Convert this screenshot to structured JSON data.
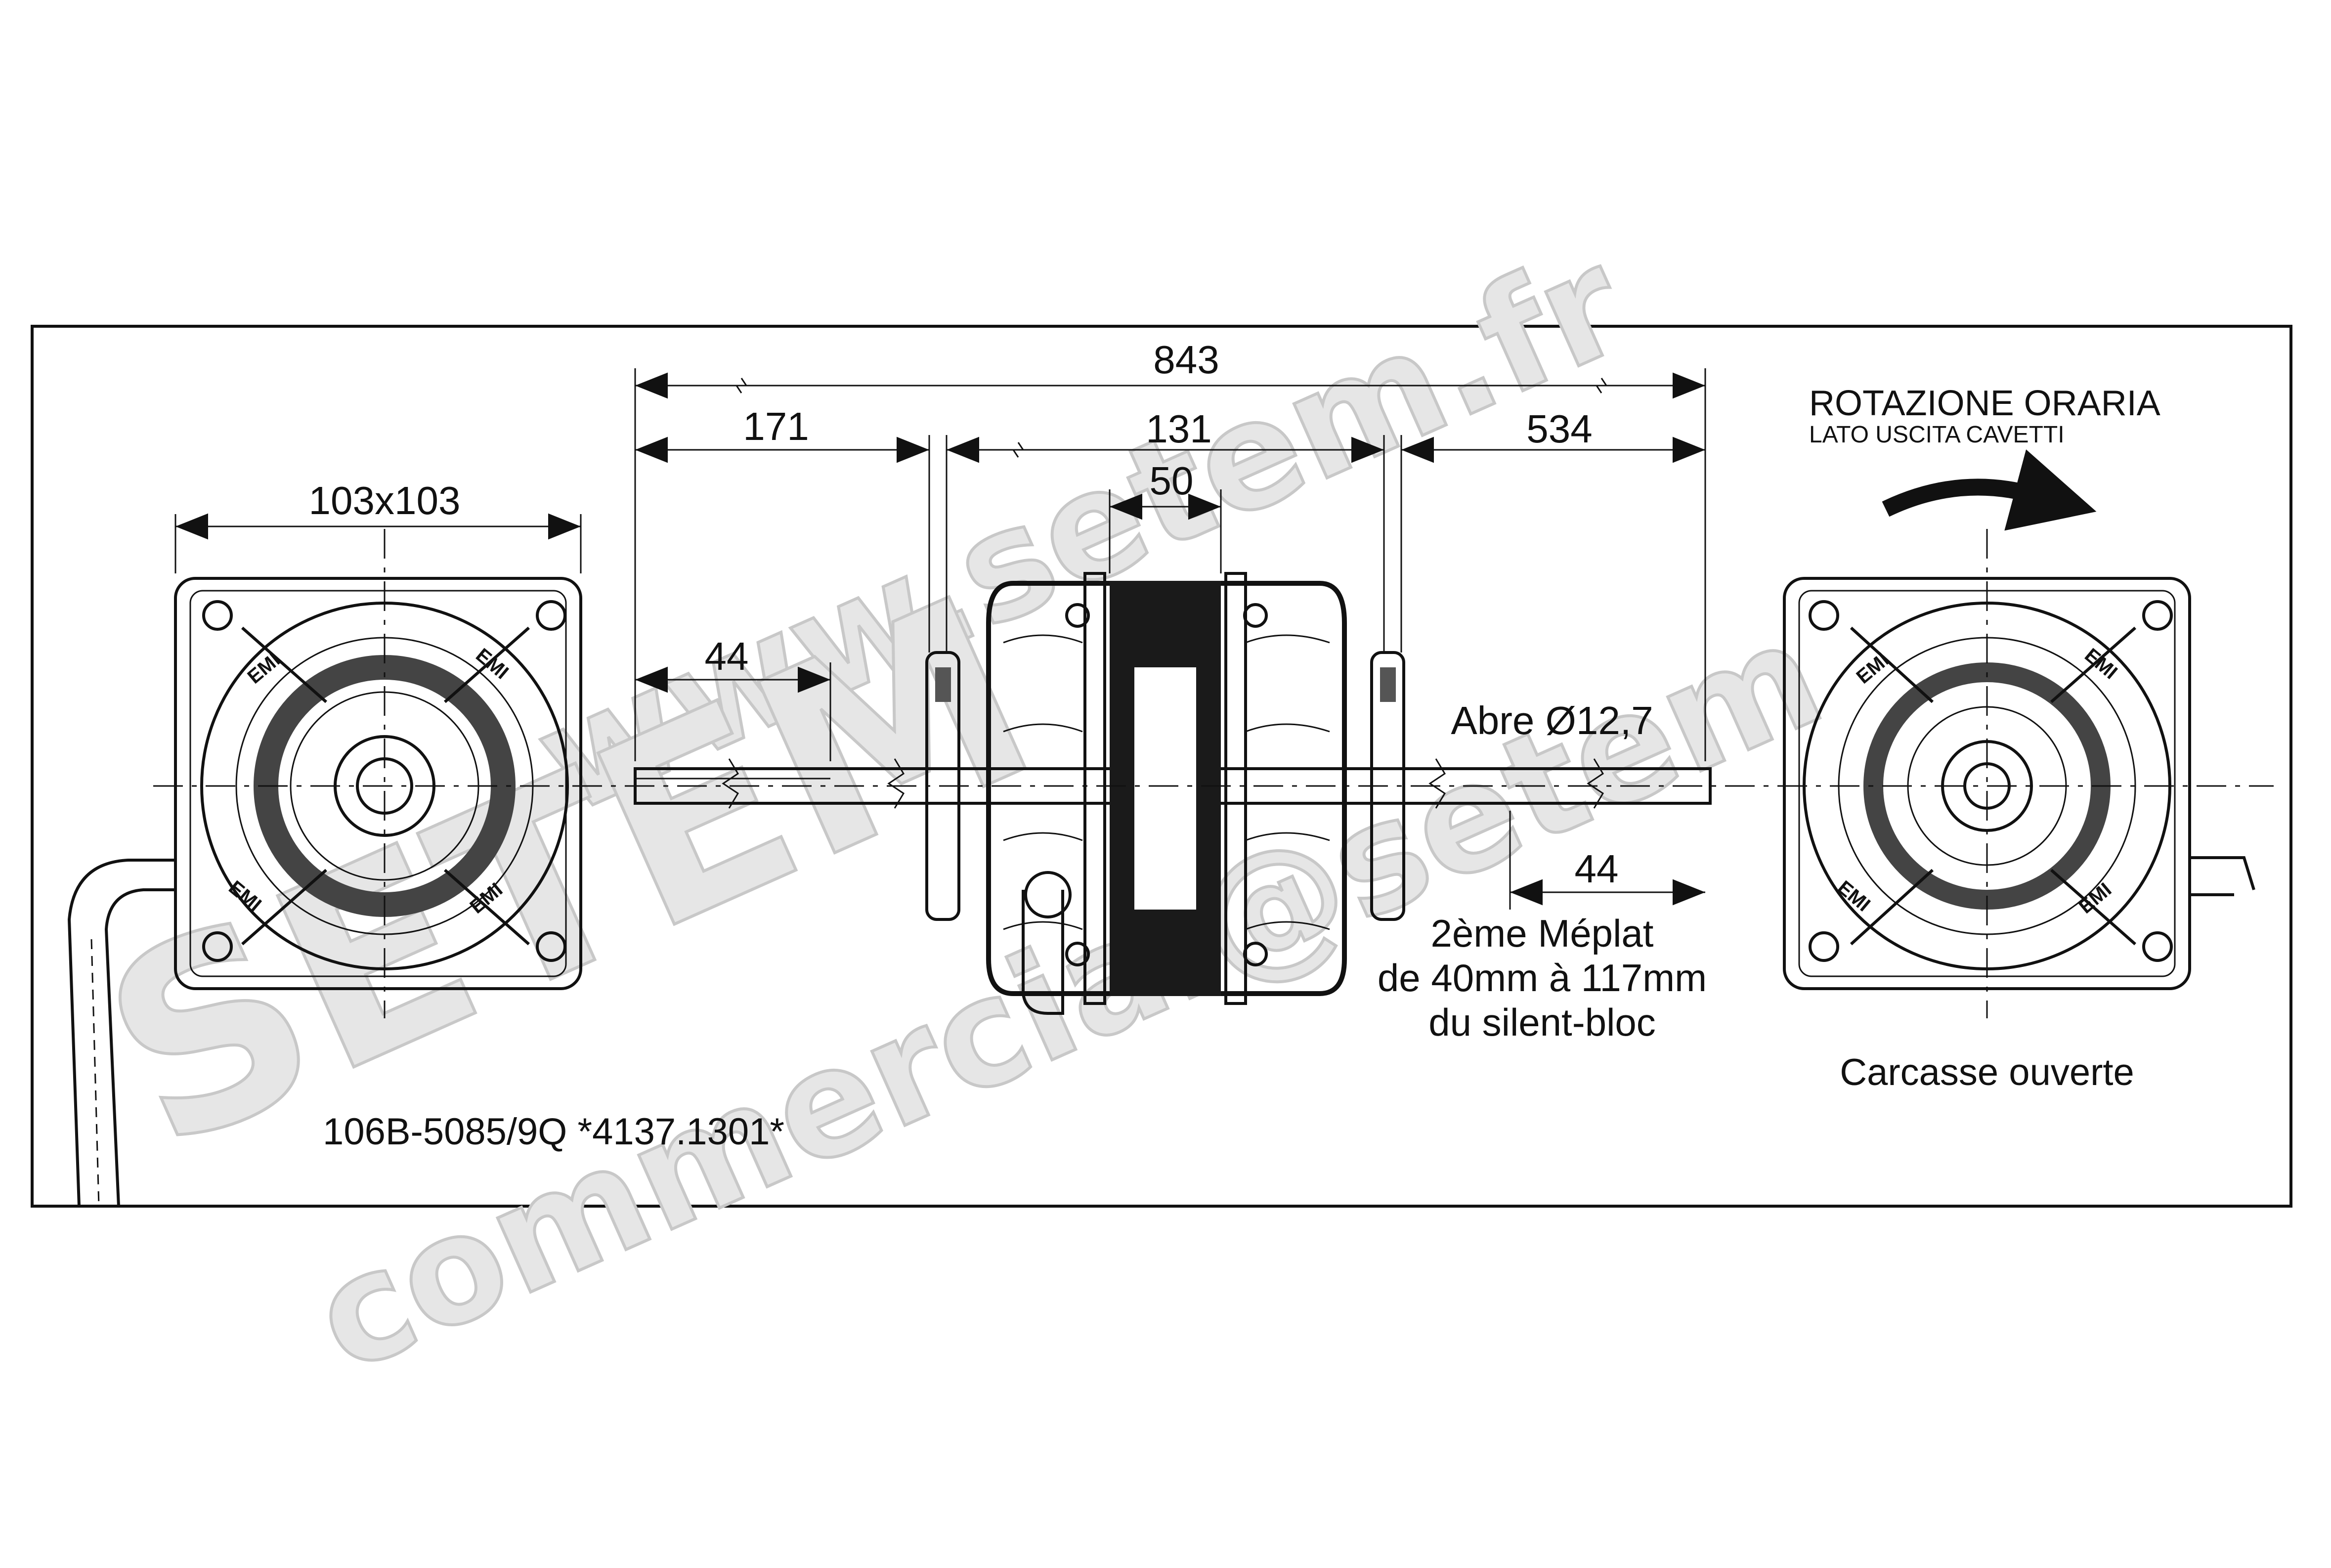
{
  "dimensions": {
    "overall_length": "843",
    "left_shaft": "171",
    "body_length": "131",
    "center_band": "50",
    "right_shaft": "534",
    "flange_size": "103x103",
    "flat_left": "44",
    "flat_right": "44"
  },
  "shaft_label": "Abre Ø12,7",
  "second_flat_note": [
    "2ème Méplat",
    "de 40mm à 117mm",
    "du silent-bloc"
  ],
  "rotation": {
    "title": "ROTAZIONE ORARIA",
    "subtitle": "LATO USCITA CAVETTI"
  },
  "end_view_caption": "Carcasse ouverte",
  "part_number": "106B-5085/9Q *4137.1301*",
  "badge_text": "EMI",
  "watermarks": [
    "www.setem.fr",
    "SETEM",
    "commercial@setem"
  ],
  "colors": {
    "ink": "#111111",
    "watermark": "#e0e0e0",
    "background": "#ffffff"
  }
}
